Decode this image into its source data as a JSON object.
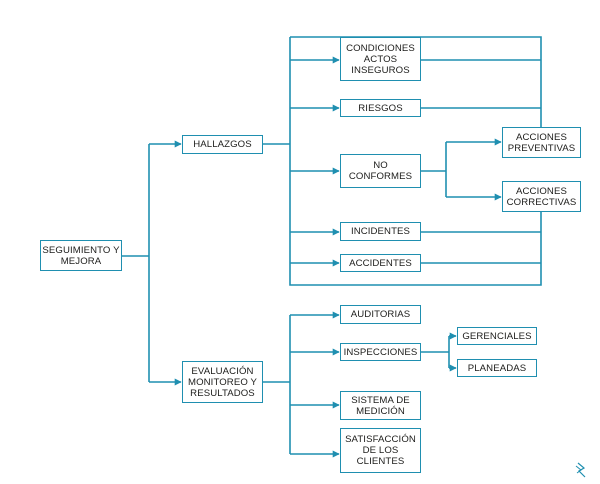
{
  "colors": {
    "line": "#1f8fb0",
    "text": "#1d1d1b",
    "background": "#ffffff"
  },
  "nodes": {
    "seguimiento": "SEGUIMIENTO Y\nMEJORA",
    "hallazgos": "HALLAZGOS",
    "evaluacion": "EVALUACIÓN\nMONITOREO Y\nRESULTADOS",
    "condiciones": "CONDICIONES\nACTOS\nINSEGUROS",
    "riesgos": "RIESGOS",
    "no_conformes": "NO\nCONFORMES",
    "incidentes": "INCIDENTES",
    "accidentes": "ACCIDENTES",
    "acciones_preventivas": "ACCIONES\nPREVENTIVAS",
    "acciones_correctivas": "ACCIONES\nCORRECTIVAS",
    "auditorias": "AUDITORIAS",
    "inspecciones": "INSPECCIONES",
    "gerenciales": "GERENCIALES",
    "planeadas": "PLANEADAS",
    "sistema_medicion": "SISTEMA DE\nMEDICIÓN",
    "satisfaccion": "SATISFACCIÓN\nDE LOS\nCLIENTES"
  },
  "corner_icon": "stylized-lightning-icon"
}
